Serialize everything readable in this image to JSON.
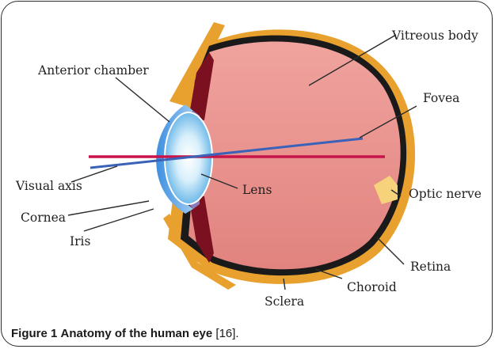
{
  "labels": {
    "vitreous_body": "Vitreous body",
    "anterior_chamber": "Anterior chamber",
    "fovea": "Fovea",
    "visual_axis": "Visual axis",
    "lens": "Lens",
    "optic_nerve": "Optic nerve",
    "cornea": "Cornea",
    "iris": "Iris",
    "retina": "Retina",
    "choroid": "Choroid",
    "sclera": "Sclera"
  },
  "caption": {
    "figure_label": "Figure 1",
    "title": "Anatomy of the human eye",
    "reference": "[16]."
  },
  "colors": {
    "vitreous": "#e8938f",
    "sclera": "#e8a12e",
    "choroid": "#1a1a1a",
    "cornea": "#4f9ee8",
    "lens": "#78c4ee",
    "iris": "#7a1020",
    "optic_nerve": "#f6d27a",
    "optical_axis_line": "#c8144a",
    "visual_axis_line": "#3a62b8"
  }
}
